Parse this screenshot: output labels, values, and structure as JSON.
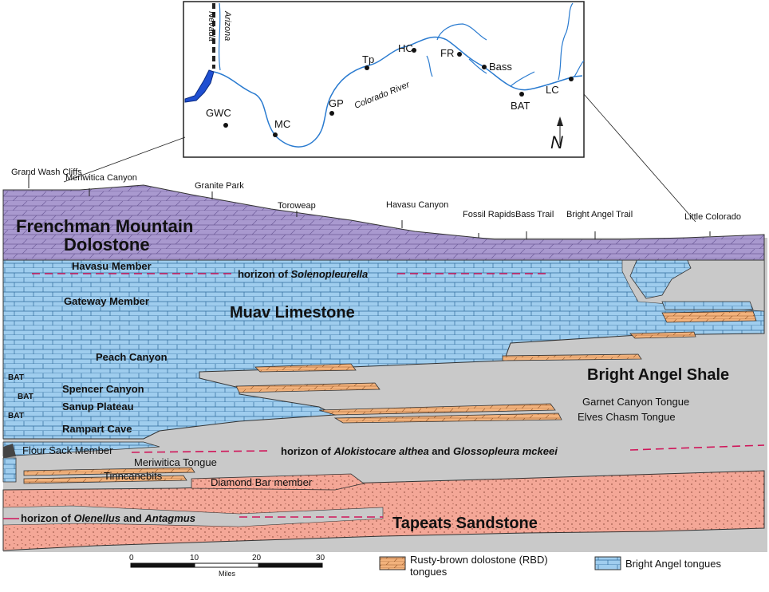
{
  "map": {
    "state_left": "Nevada",
    "state_right": "Arizona",
    "river": "Colorado River",
    "sites": [
      "GWC",
      "MC",
      "GP",
      "Tp",
      "HC",
      "FR",
      "Bass",
      "BAT",
      "LC"
    ],
    "north": "N"
  },
  "profile_sites": [
    "Grand Wash Cliffs",
    "Meriwitica Canyon",
    "Granite Park",
    "Toroweap",
    "Havasu Canyon",
    "Fossil Rapids",
    "Bass Trail",
    "Bright Angel Trail",
    "Little Colorado"
  ],
  "formations": {
    "frenchman_line1": "Frenchman Mountain",
    "frenchman_line2": "Dolostone",
    "muav": "Muav Limestone",
    "bright_angel": "Bright Angel Shale",
    "tapeats": "Tapeats Sandstone"
  },
  "members": {
    "havasu": "Havasu Member",
    "gateway": "Gateway Member",
    "peach": "Peach Canyon",
    "spencer": "Spencer Canyon",
    "sanup": "Sanup Plateau",
    "rampart": "Rampart Cave",
    "flour_sack": "Flour Sack Member",
    "meriwitica_tongue": "Meriwitica Tongue",
    "tinncanebits": "Tinncanebits",
    "diamond_bar": "Diamond Bar member",
    "garnet": "Garnet Canyon Tongue",
    "elves": "Elves Chasm Tongue",
    "bat": "BAT"
  },
  "horizons": {
    "h1_pre": "horizon of",
    "h1_taxon": "Solenopleurella",
    "h2_pre": "horizon of",
    "h2_taxon1": "Alokistocare althea",
    "h2_and": "and",
    "h2_taxon2": "Glossopleura mckeei",
    "h3_pre": "horizon of",
    "h3_taxon1": "Olenellus",
    "h3_and": "and",
    "h3_taxon2": "Antagmus"
  },
  "scale": {
    "ticks": [
      "0",
      "10",
      "20",
      "30"
    ],
    "unit": "Miles"
  },
  "legend": {
    "rbd_line1": "Rusty-brown dolostone (RBD)",
    "rbd_line2": "tongues",
    "bat": "Bright Angel tongues"
  },
  "colors": {
    "frenchman": "#a999cf",
    "muav": "#9fcdee",
    "shale": "#c9c9c9",
    "rbd": "#f2b27c",
    "tapeats": "#f4a797",
    "horizon": "#d0165a",
    "river": "#2a7bd0"
  }
}
